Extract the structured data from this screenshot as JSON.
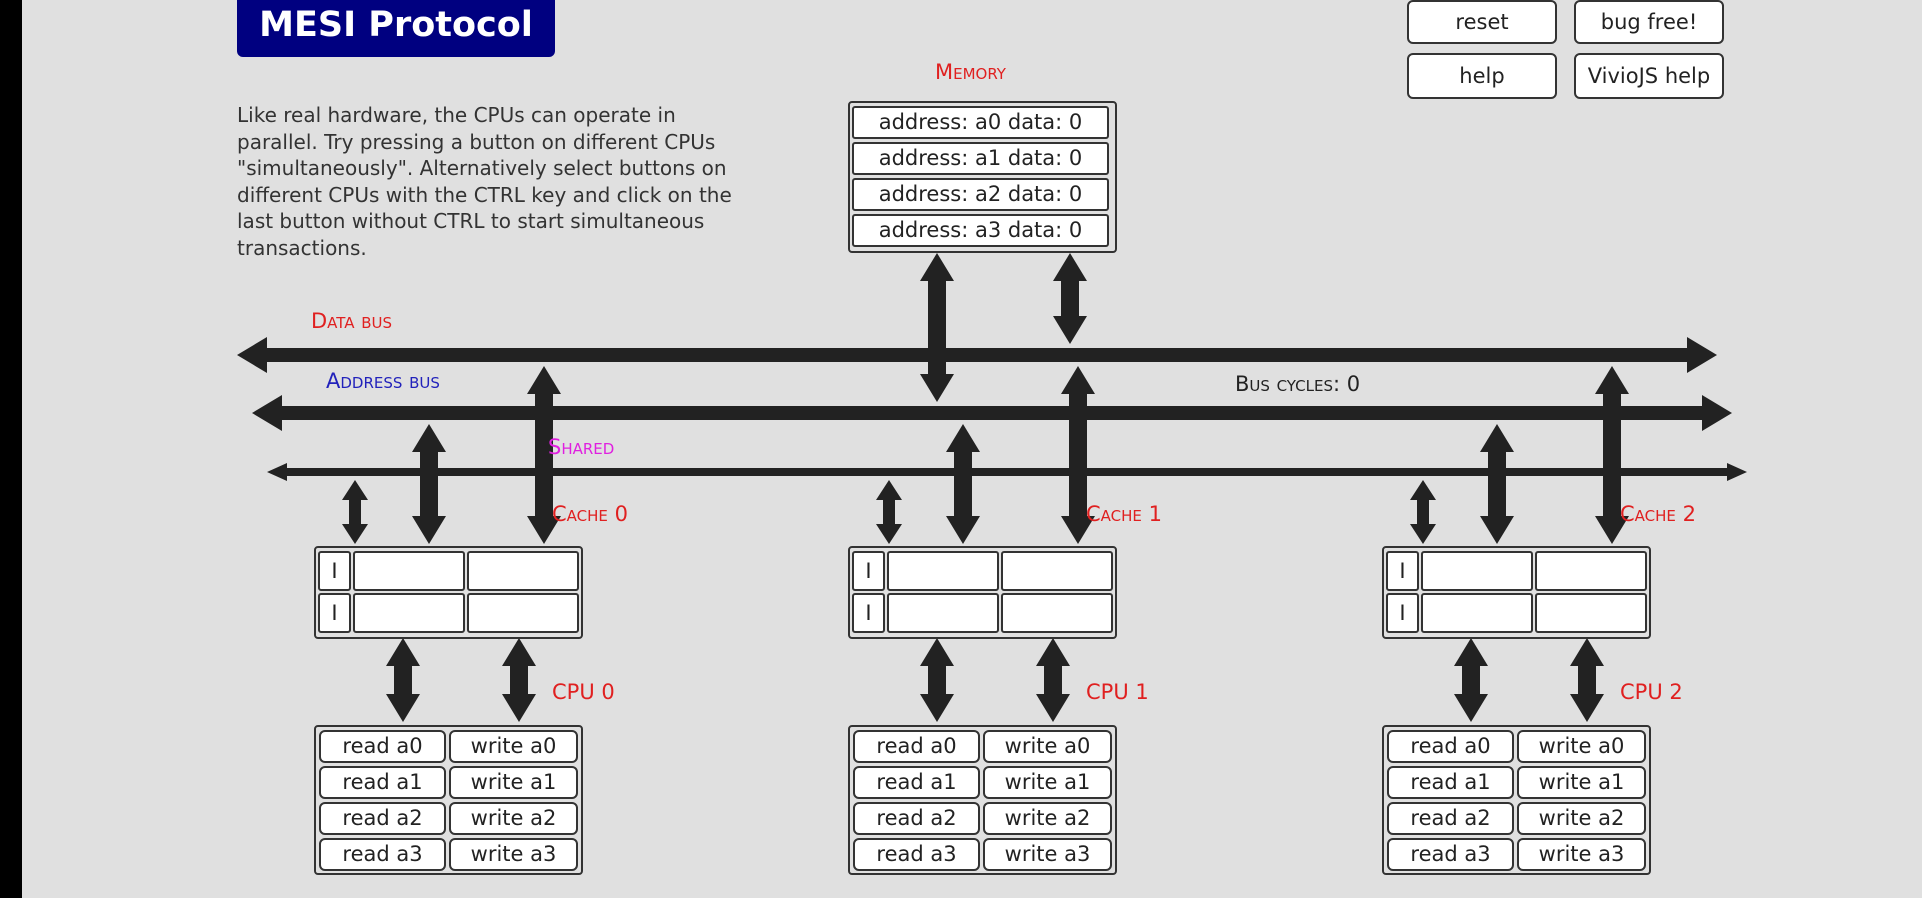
{
  "title": "MESI Protocol",
  "description": "Like real hardware, the CPUs can operate in parallel. Try pressing a button on different CPUs \"simultaneously\". Alternatively select buttons on different CPUs with the CTRL key and click on the last button without CTRL to start simultaneous transactions.",
  "top_buttons": {
    "reset": "reset",
    "bug_free": "bug free!",
    "help": "help",
    "viviojs_help": "VivioJS help"
  },
  "memory": {
    "label": "Memory",
    "rows": [
      "address: a0 data: 0",
      "address: a1 data: 0",
      "address: a2 data: 0",
      "address: a3 data: 0"
    ]
  },
  "buses": {
    "data": "Data bus",
    "address": "Address bus",
    "shared": "Shared",
    "cycles": "Bus cycles: 0"
  },
  "caches": [
    {
      "label": "Cache 0",
      "lines": [
        {
          "state": "I",
          "addr": "",
          "data": ""
        },
        {
          "state": "I",
          "addr": "",
          "data": ""
        }
      ]
    },
    {
      "label": "Cache 1",
      "lines": [
        {
          "state": "I",
          "addr": "",
          "data": ""
        },
        {
          "state": "I",
          "addr": "",
          "data": ""
        }
      ]
    },
    {
      "label": "Cache 2",
      "lines": [
        {
          "state": "I",
          "addr": "",
          "data": ""
        },
        {
          "state": "I",
          "addr": "",
          "data": ""
        }
      ]
    }
  ],
  "cpus": [
    {
      "label": "CPU 0",
      "reads": [
        "read a0",
        "read a1",
        "read a2",
        "read a3"
      ],
      "writes": [
        "write a0",
        "write a1",
        "write a2",
        "write a3"
      ]
    },
    {
      "label": "CPU 1",
      "reads": [
        "read a0",
        "read a1",
        "read a2",
        "read a3"
      ],
      "writes": [
        "write a0",
        "write a1",
        "write a2",
        "write a3"
      ]
    },
    {
      "label": "CPU 2",
      "reads": [
        "read a0",
        "read a1",
        "read a2",
        "read a3"
      ],
      "writes": [
        "write a0",
        "write a1",
        "write a2",
        "write a3"
      ]
    }
  ],
  "colors": {
    "background": "#e0e0e0",
    "title_bg": "#000080",
    "label_red": "#e02020",
    "label_blue": "#2222bb",
    "label_magenta": "#e020e0",
    "bus": "#222222"
  }
}
